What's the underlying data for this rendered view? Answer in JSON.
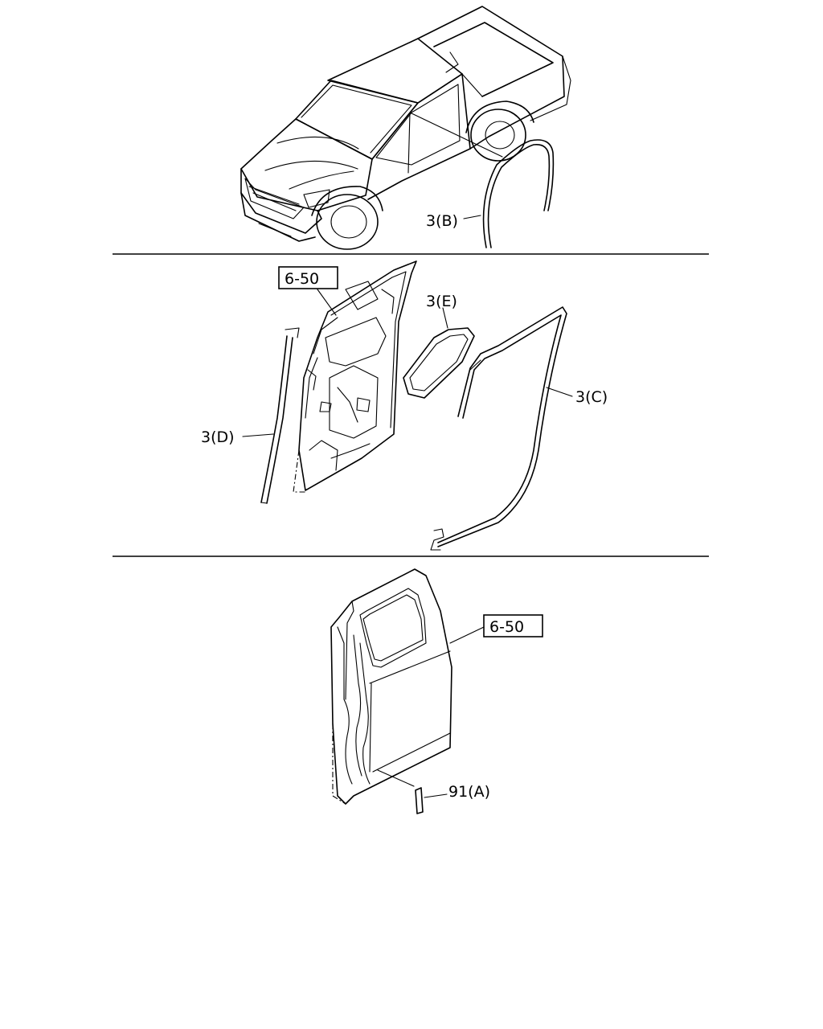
{
  "labels": {
    "b": "3(B)",
    "e": "3(E)",
    "c": "3(C)",
    "d": "3(D)",
    "a": "91(A)"
  },
  "refs": {
    "top": "6-50",
    "bottom": "6-50"
  }
}
